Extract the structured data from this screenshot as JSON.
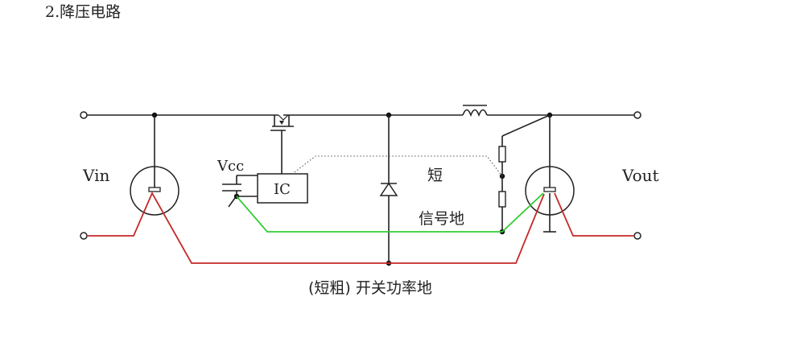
{
  "heading": "2.降压电路",
  "labels": {
    "vin": "Vin",
    "vout": "Vout",
    "vcc": "Vcc",
    "ic": "IC",
    "short": "短",
    "signal_ground": "信号地",
    "power_ground": "(短粗) 开关功率地"
  },
  "colors": {
    "signal_ground_wire": "#33cc33",
    "power_ground_wire": "#c62828",
    "circuit_wire": "#222222"
  }
}
